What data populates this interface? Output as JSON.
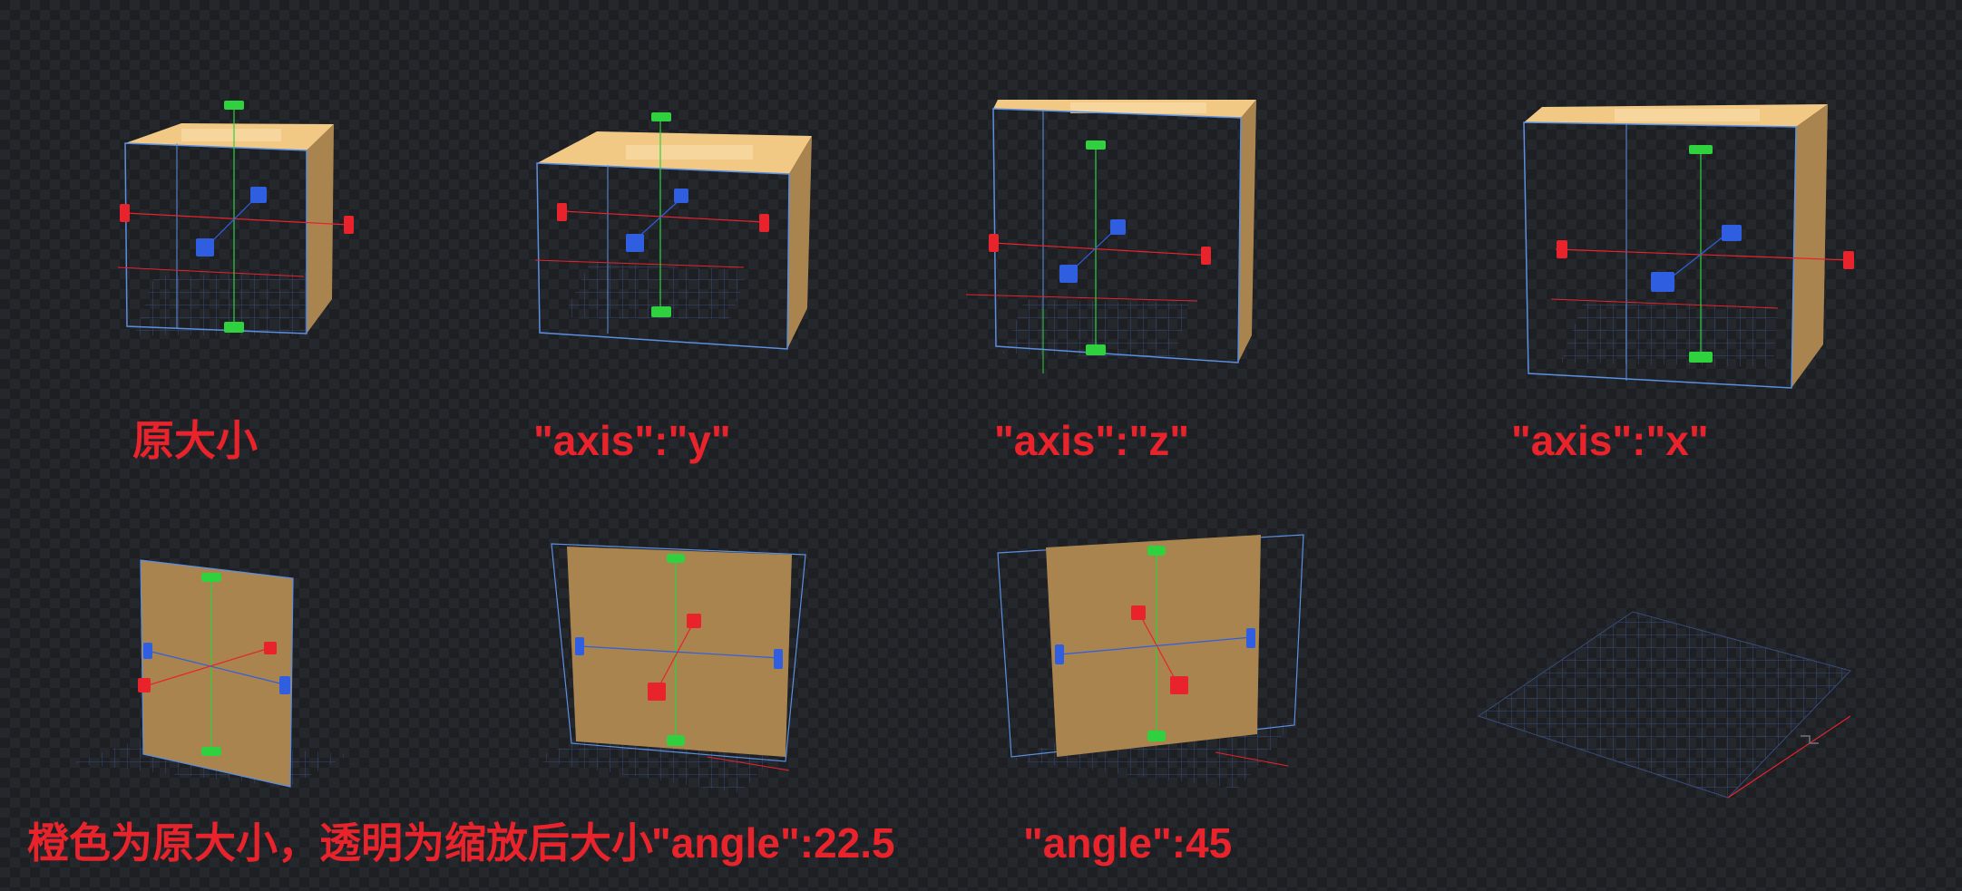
{
  "captions": {
    "original": "原大小",
    "axis_y": "\"axis\":\"y\"",
    "axis_z": "\"axis\":\"z\"",
    "axis_x": "\"axis\":\"x\"",
    "note": "橙色为原大小，透明为缩放后大小",
    "angle_22": "\"angle\":22.5",
    "angle_45": "\"angle\":45"
  },
  "colors": {
    "background": "#1d1f23",
    "box_top": "#f1c884",
    "box_side": "#a9844f",
    "panel": "#9a7a4f",
    "bounding_box": "#5b8fe0",
    "x_axis": "#e8232b",
    "y_axis": "#2fd13f",
    "z_axis": "#2f5fe0",
    "grid": "#3a4c7a"
  },
  "viewports": [
    {
      "id": "original",
      "type": "box-gizmo"
    },
    {
      "id": "axis-y",
      "type": "box-gizmo"
    },
    {
      "id": "axis-z",
      "type": "box-gizmo"
    },
    {
      "id": "axis-x",
      "type": "box-gizmo"
    },
    {
      "id": "plane-scaled",
      "type": "panel-gizmo"
    },
    {
      "id": "angle-22-5",
      "type": "panel-gizmo"
    },
    {
      "id": "angle-45",
      "type": "panel-gizmo"
    },
    {
      "id": "empty-grid",
      "type": "grid-only"
    }
  ]
}
